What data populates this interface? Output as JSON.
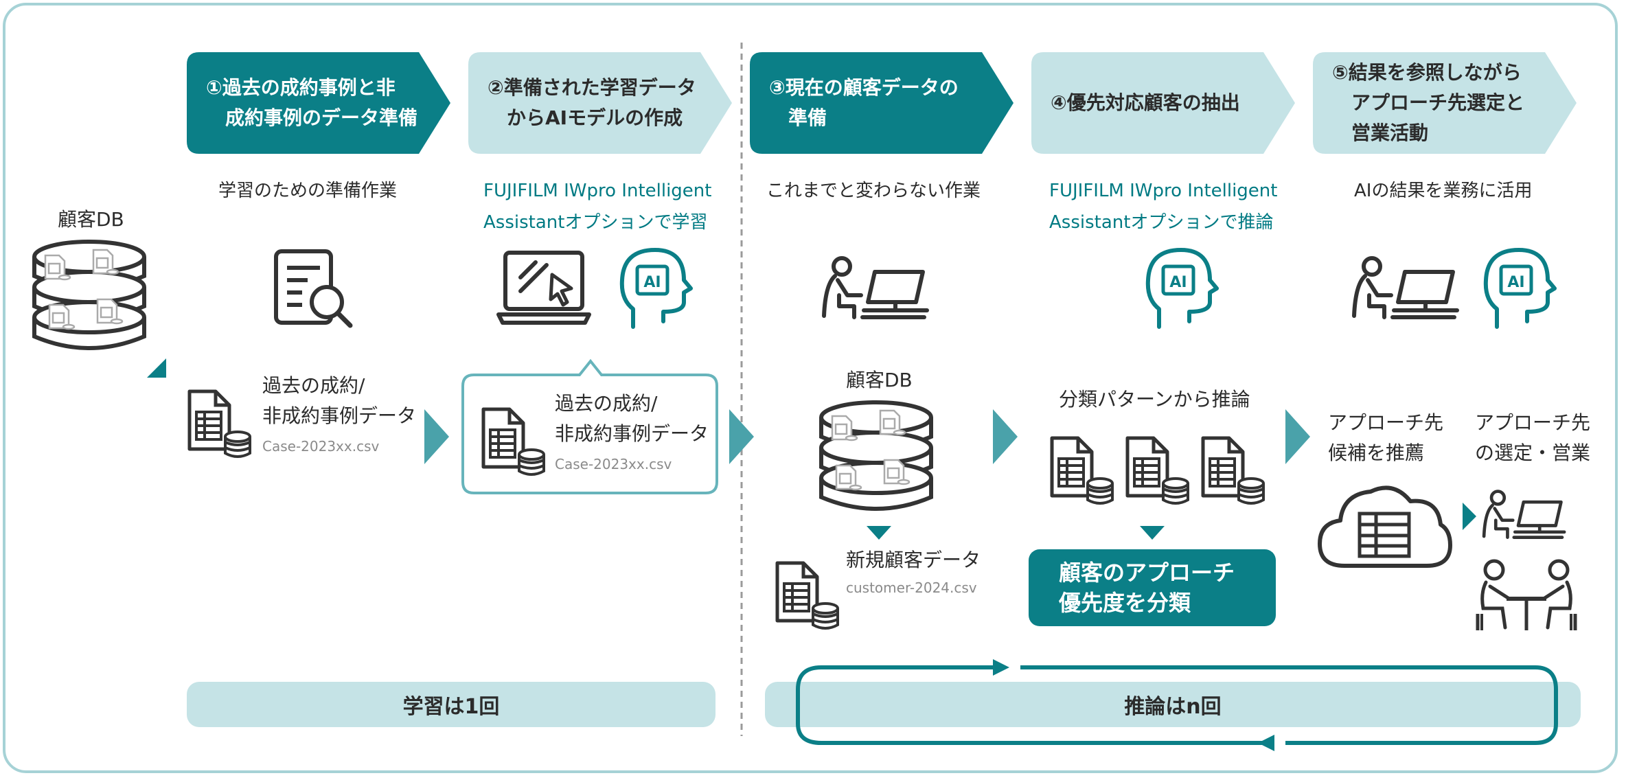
{
  "colors": {
    "dark_teal": "#0b7f87",
    "light_teal": "#c5e3e6",
    "text_teal": "#007a83",
    "frame": "#a6d2d6",
    "icon": "#333333",
    "arrow": "#4aa2aa"
  },
  "steps": [
    {
      "label": "①過去の成約事例と非\n　成約事例のデータ準備",
      "style": "dark"
    },
    {
      "label": "②準備された学習データ\n　からAIモデルの作成",
      "style": "light"
    },
    {
      "label": "③現在の顧客データの\n　準備",
      "style": "dark"
    },
    {
      "label": "④優先対応顧客の抽出",
      "style": "light"
    },
    {
      "label": "⑤結果を参照しながら\n　アプローチ先選定と\n　営業活動",
      "style": "light"
    }
  ],
  "descriptions": [
    "学習のための準備作業",
    "FUJIFILM IWpro Intelligent\nAssistantオプションで学習",
    "これまでと変わらない作業",
    "FUJIFILM IWpro Intelligent\nAssistantオプションで推論",
    "AIの結果を業務に活用"
  ],
  "customer_db_left": "顧客DB",
  "past_data": {
    "label": "過去の成約/\n非成約事例データ",
    "file": "Case-2023xx.csv"
  },
  "past_data_bubble": {
    "label": "過去の成約/\n非成約事例データ",
    "file": "Case-2023xx.csv"
  },
  "customer_db_center": "顧客DB",
  "new_customer": {
    "label": "新規顧客データ",
    "file": "customer-2024.csv"
  },
  "classify_label": "分類パターンから推論",
  "result_box": "顧客のアプローチ\n優先度を分類",
  "approach_candidates": "アプローチ先\n候補を推薦",
  "approach_selection": "アプローチ先\nの選定・営業",
  "ai_badge": "AI",
  "learning_pill": "学習は1回",
  "inference_pill": "推論はn回",
  "icons": [
    "database-icon",
    "document-search-icon",
    "laptop-cursor-icon",
    "ai-head-icon",
    "person-computer-icon",
    "spreadsheet-file-icon",
    "cloud-table-icon",
    "meeting-icon"
  ]
}
